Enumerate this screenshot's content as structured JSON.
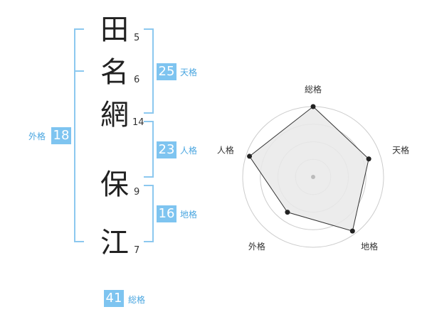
{
  "name": {
    "characters": [
      {
        "char": "田",
        "strokes": "5"
      },
      {
        "char": "名",
        "strokes": "6"
      },
      {
        "char": "網",
        "strokes": "14"
      },
      {
        "char": "保",
        "strokes": "9"
      },
      {
        "char": "江",
        "strokes": "7"
      }
    ]
  },
  "kaku": {
    "tenkaku": {
      "value": "25",
      "label": "天格"
    },
    "jinkaku": {
      "value": "23",
      "label": "人格"
    },
    "chikaku": {
      "value": "16",
      "label": "地格"
    },
    "gaikaku": {
      "value": "18",
      "label": "外格"
    },
    "soukaku": {
      "value": "41",
      "label": "総格"
    }
  },
  "chart_data": {
    "type": "radar",
    "axes": [
      "総格",
      "天格",
      "地格",
      "外格",
      "人格"
    ],
    "values": [
      1.0,
      0.83,
      0.95,
      0.62,
      0.95
    ],
    "max": 1.0,
    "rings": 4,
    "colors": {
      "fill": "#e9e9e9",
      "stroke": "#333333",
      "ring": "#cccccc",
      "point": "#222222",
      "center": "#bbbbbb"
    }
  }
}
